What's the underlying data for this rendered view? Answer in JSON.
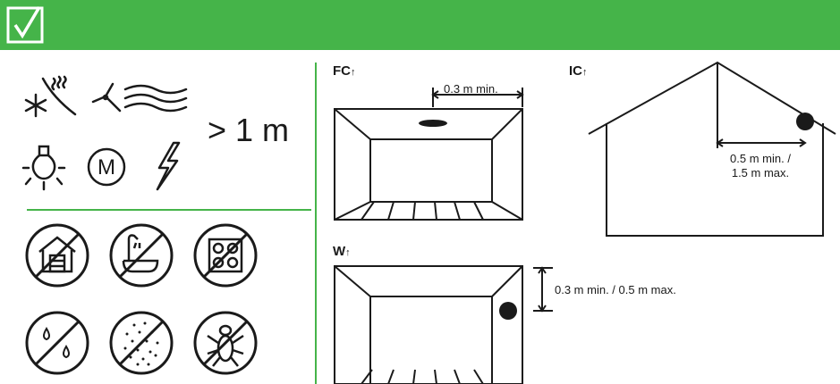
{
  "header": {
    "accent_color": "#45b449",
    "check_icon": "checkbox-checked-icon"
  },
  "left_panel": {
    "distance_label": "> 1 m",
    "keep_away_from_icons": [
      "snowflake-heat-icon",
      "fan-airflow-icon",
      "light-bulb-icon",
      "motor-m-icon",
      "lightning-bolt-icon"
    ],
    "prohibited_locations": [
      "no-garage-icon",
      "no-bathroom-icon",
      "no-kitchen-stove-icon",
      "no-humidity-icon",
      "no-dust-icon",
      "no-insects-icon"
    ]
  },
  "ceiling_mount": {
    "badge": "FC",
    "clearance_label": "0.3 m min."
  },
  "inclined_ceiling_mount": {
    "badge": "IC",
    "clearance_label_line1": "0.5 m min. /",
    "clearance_label_line2": "1.5 m max."
  },
  "wall_mount": {
    "badge": "W",
    "clearance_label": "0.3 m min. / 0.5 m max."
  }
}
